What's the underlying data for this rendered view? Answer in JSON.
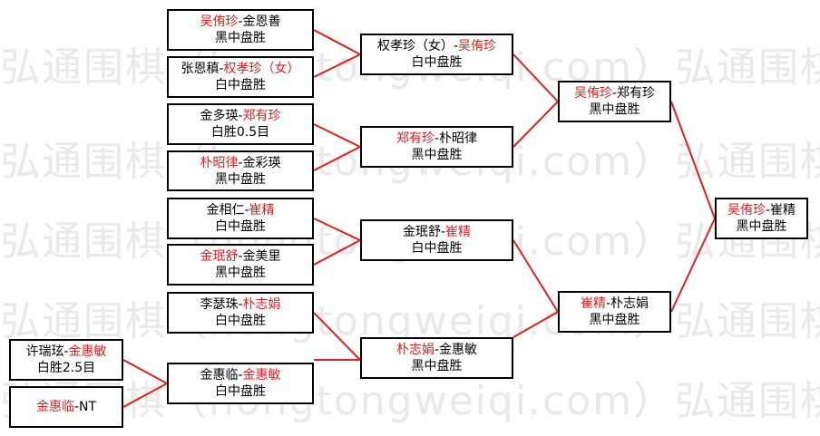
{
  "watermark": "弘通围棋（hongtongweiqi.com）弘通围棋",
  "matches": {
    "r1_1": {
      "p1": "吴侑珍",
      "sep": "-",
      "p2": "金恩善",
      "result": "黑中盘胜",
      "winner": 1
    },
    "r1_2": {
      "p1": "张恩稹",
      "sep": "-",
      "p2": "权孝珍（女）",
      "result": "白中盘胜",
      "winner": 2
    },
    "r1_3": {
      "p1": "金多瑛",
      "sep": "-",
      "p2": "郑有珍",
      "result": "白胜0.5目",
      "winner": 2
    },
    "r1_4": {
      "p1": "朴昭律",
      "sep": "-",
      "p2": "金彩瑛",
      "result": "黑中盘胜",
      "winner": 1
    },
    "r1_5": {
      "p1": "金相仁",
      "sep": "-",
      "p2": "崔精",
      "result": "白中盘胜",
      "winner": 2
    },
    "r1_6": {
      "p1": "金珉舒",
      "sep": "-",
      "p2": "金美里",
      "result": "黑中盘胜",
      "winner": 1
    },
    "r1_7": {
      "p1": "李瑟珠",
      "sep": "-",
      "p2": "朴志娟",
      "result": "白中盘胜",
      "winner": 2
    },
    "r0_1": {
      "p1": "许瑞玹",
      "sep": "-",
      "p2": "金惠敏",
      "result": "白胜2.5目",
      "winner": 2
    },
    "r0_2": {
      "p1": "金惠临",
      "sep": "-",
      "p2": "NT",
      "result": "",
      "winner": 1
    },
    "r1_8": {
      "p1": "金惠临",
      "sep": "-",
      "p2": "金惠敏",
      "result": "白中盘胜",
      "winner": 2
    },
    "r2_1": {
      "p1": "权孝珍（女）",
      "sep": "-",
      "p2": "吴侑珍",
      "result": "白中盘胜",
      "winner": 2
    },
    "r2_2": {
      "p1": "郑有珍",
      "sep": "-",
      "p2": "朴昭律",
      "result": "黑中盘胜",
      "winner": 1
    },
    "r2_3": {
      "p1": "金珉舒",
      "sep": "-",
      "p2": "崔精",
      "result": "白中盘胜",
      "winner": 2
    },
    "r2_4": {
      "p1": "朴志娟",
      "sep": "-",
      "p2": "金惠敏",
      "result": "黑中盘胜",
      "winner": 1
    },
    "r3_1": {
      "p1": "吴侑珍",
      "sep": "-",
      "p2": "郑有珍",
      "result": "黑中盘胜",
      "winner": 1
    },
    "r3_2": {
      "p1": "崔精",
      "sep": "-",
      "p2": "朴志娟",
      "result": "黑中盘胜",
      "winner": 1
    },
    "final": {
      "p1": "吴侑珍",
      "sep": "-",
      "p2": "崔精",
      "result": "黑中盘胜",
      "winner": 1
    }
  },
  "colors": {
    "winner": "#e02020",
    "text": "#000000",
    "line": "#e02020",
    "border": "#000000"
  }
}
